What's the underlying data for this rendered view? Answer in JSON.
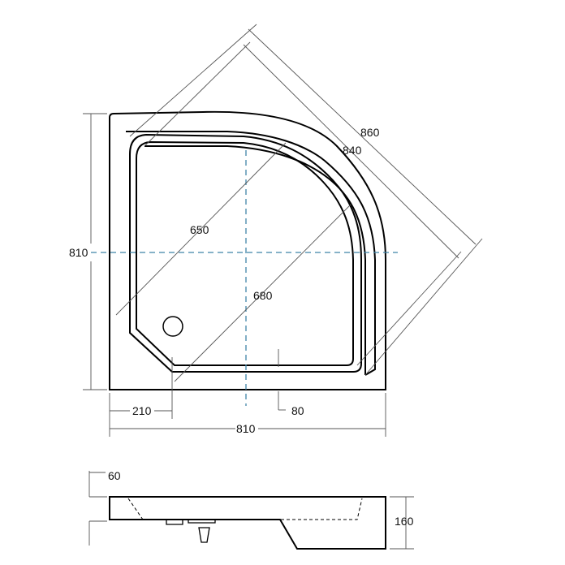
{
  "dimensions": {
    "outer_width": "810",
    "outer_height": "810",
    "diagonal_outer": "860",
    "diagonal_inner": "840",
    "inner_span": "650",
    "radius_span": "680",
    "corner_offset": "210",
    "rim_offset": "80",
    "rim_height": "60",
    "total_height": "160"
  },
  "colors": {
    "outline": "#000000",
    "dimension_line": "#555555",
    "center_axis": "#3f84a8"
  }
}
